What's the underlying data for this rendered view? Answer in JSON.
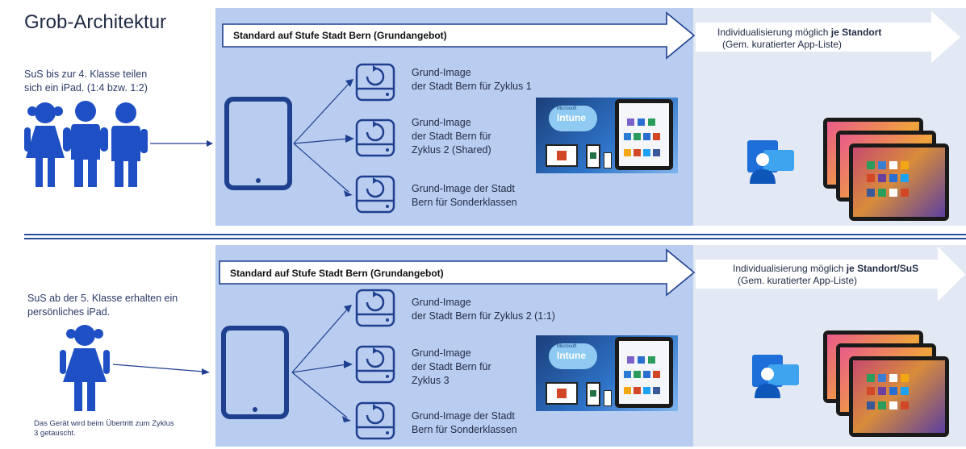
{
  "title": "Grob-Architektur",
  "section_top": {
    "left_note": "SuS bis zur 4. Klasse teilen sich ein iPad. (1:4 bzw. 1:2)",
    "banner": "Standard auf Stufe Stadt Bern (Grundangebot)",
    "individual_prefix": "Individualisierung möglich ",
    "individual_bold": "je Standort",
    "individual_sub": "(Gem. kuratierter App-Liste)",
    "images": [
      {
        "line1": "Grund-Image",
        "line2": "der Stadt Bern für Zyklus 1",
        "line3": ""
      },
      {
        "line1": "Grund-Image",
        "line2": "der Stadt Bern für",
        "line3": "Zyklus 2 (Shared)"
      },
      {
        "line1": "Grund-Image der Stadt",
        "line2": "Bern für Sonderklassen",
        "line3": ""
      }
    ]
  },
  "section_bottom": {
    "left_note": "SuS ab der 5. Klasse erhalten ein persönliches iPad.",
    "small_note": "Das Gerät wird beim Übertritt zum Zyklus 3 getauscht.",
    "banner": "Standard auf Stufe Stadt Bern (Grundangebot)",
    "individual_prefix": "Individualisierung möglich ",
    "individual_bold": "je Standort/SuS",
    "individual_sub": "(Gem. kuratierter App-Liste)",
    "images": [
      {
        "line1": "Grund-Image",
        "line2": "der Stadt Bern für Zyklus 2 (1:1)",
        "line3": ""
      },
      {
        "line1": "Grund-Image",
        "line2": "der Stadt Bern für",
        "line3": "Zyklus 3"
      },
      {
        "line1": "Grund-Image der Stadt",
        "line2": "Bern für Sonderklassen",
        "line3": ""
      }
    ]
  },
  "intune_label": "Intune",
  "microsoft_label": "Microsoft",
  "colors": {
    "panel_blue": "#b9cdf0",
    "panel_light": "#e3e9f4",
    "icon_navy": "#1f3f8f",
    "person_blue": "#1e4fc4",
    "divider": "#2a4d9b"
  }
}
